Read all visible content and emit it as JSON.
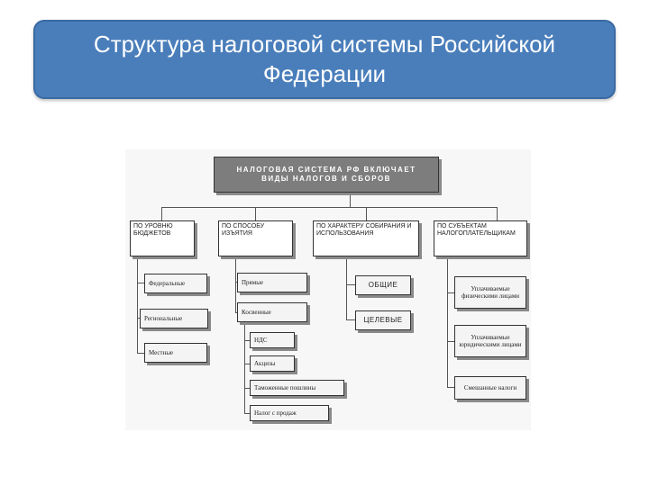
{
  "slide": {
    "title_line1": "Структура налоговой системы Российской",
    "title_line2": "Федерации"
  },
  "diagram": {
    "root": {
      "line1": "НАЛОГОВАЯ СИСТЕМА РФ ВКЛЮЧАЕТ",
      "line2": "ВИДЫ НАЛОГОВ И СБОРОВ"
    },
    "categories": [
      {
        "label": "По уровню бюджетов"
      },
      {
        "label": "По способу изъятия"
      },
      {
        "label": "По характеру собирания и использования"
      },
      {
        "label": "По субъектам налогоплательщикам"
      }
    ],
    "by_budget": [
      "Федеральные",
      "Региональные",
      "Местные"
    ],
    "by_method": [
      "Прямые",
      "Косвенные"
    ],
    "indirect": [
      "НДС",
      "Акцизы",
      "Таможенные пошлины",
      "Налог с продаж"
    ],
    "by_usage": [
      "ОБЩИЕ",
      "ЦЕЛЕВЫЕ"
    ],
    "by_payer": [
      "Уплачиваемые физическими лицами",
      "Уплачиваемые юридическими лицами",
      "Смешанные налоги"
    ]
  }
}
